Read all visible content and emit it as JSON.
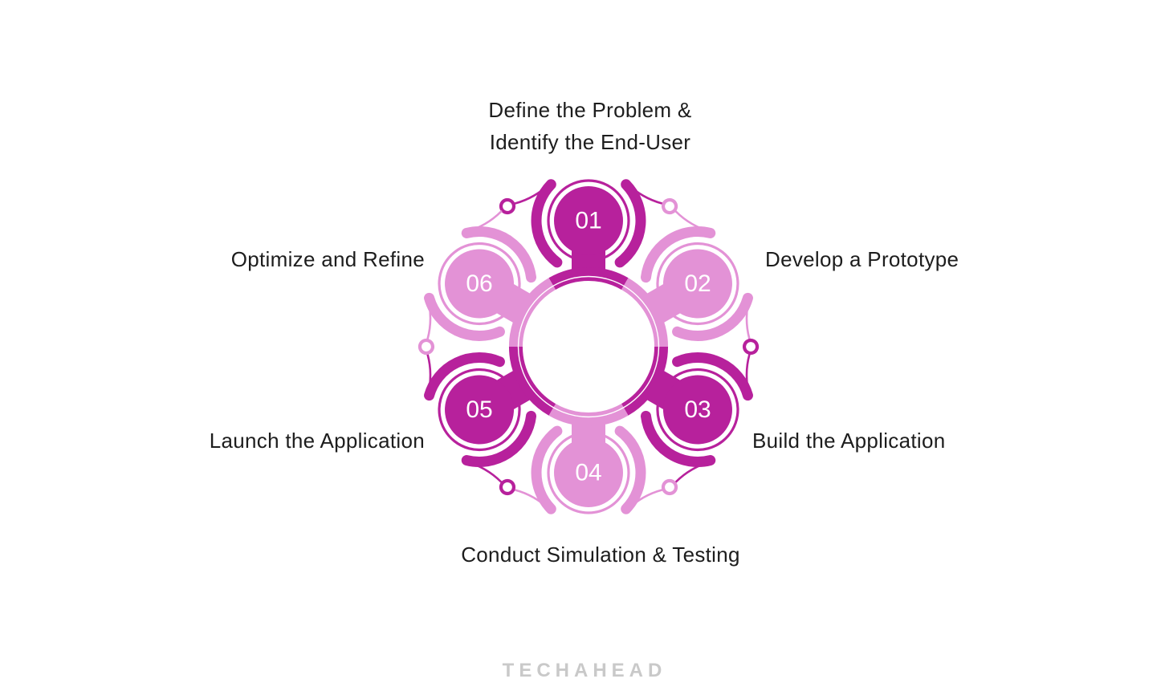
{
  "diagram": {
    "type": "circular-process",
    "steps": [
      {
        "number": "01",
        "label": "Define the Problem &\nIdentify the End-User",
        "tone": "dark",
        "position": "top"
      },
      {
        "number": "02",
        "label": "Develop a Prototype",
        "tone": "light",
        "position": "upper-right"
      },
      {
        "number": "03",
        "label": "Build the Application",
        "tone": "dark",
        "position": "lower-right"
      },
      {
        "number": "04",
        "label": "Conduct Simulation & Testing",
        "tone": "light",
        "position": "bottom"
      },
      {
        "number": "05",
        "label": "Launch the Application",
        "tone": "dark",
        "position": "lower-left"
      },
      {
        "number": "06",
        "label": "Optimize and Refine",
        "tone": "light",
        "position": "upper-left"
      }
    ],
    "colors": {
      "dark": "#b7219c",
      "light": "#e392d6",
      "label_text": "#1d1d1d",
      "number_text": "#ffffff",
      "watermark": "#c9c9c9",
      "background": "#ffffff"
    }
  },
  "watermark": {
    "text": "TECHAHEAD"
  }
}
